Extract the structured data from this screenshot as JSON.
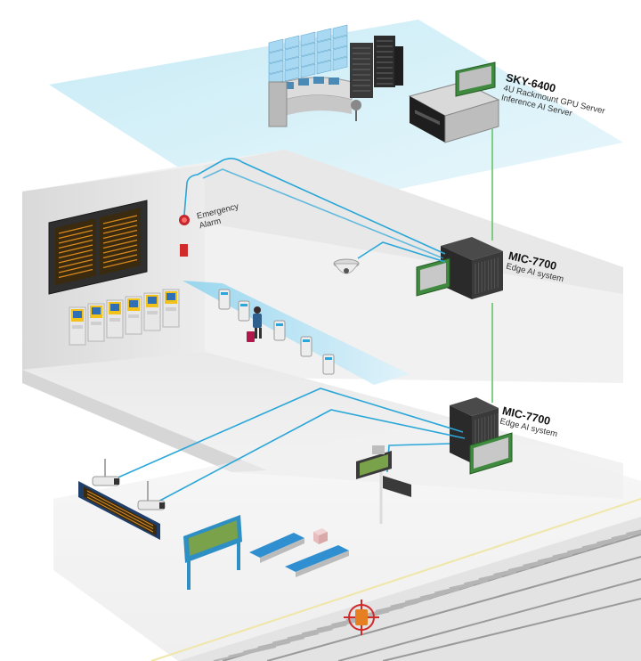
{
  "devices": {
    "sky6400": {
      "name": "SKY-6400",
      "line1": "4U Rackmount GPU Server",
      "line2": "Inference AI Server"
    },
    "mic7700_top": {
      "name": "MIC-7700",
      "line1": "Edge AI system"
    },
    "mic7700_bottom": {
      "name": "MIC-7700",
      "line1": "Edge AI system"
    }
  },
  "labels": {
    "emergency_alarm_line1": "Emergency",
    "emergency_alarm_line2": "Alarm"
  },
  "colors": {
    "link_line": "#2aa7d8",
    "backbone_line": "#63c463",
    "floor_glow": "#cfeef6",
    "accent_yellow": "#f2c21a",
    "accent_blue": "#2d8fc4"
  },
  "icons": [
    "video-wall-icon",
    "control-desk-icon",
    "server-rack-icon",
    "gpu-card-icon",
    "dome-camera-icon",
    "emergency-alarm-icon",
    "fire-alarm-icon",
    "departure-board-icon",
    "ticket-machine-icon",
    "ticket-gate-icon",
    "passenger-icon",
    "bullet-camera-icon",
    "led-sign-icon",
    "bench-icon",
    "rail-track-icon",
    "warning-target-icon"
  ]
}
